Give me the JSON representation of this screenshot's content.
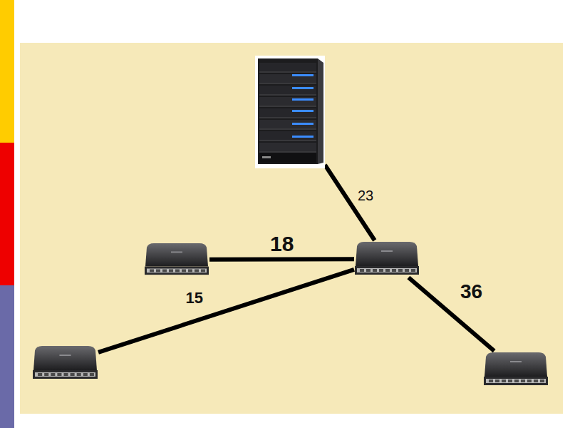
{
  "diagram": {
    "nodes": [
      {
        "text": []
      },
      {
        "text": []
      },
      {
        "text": []
      },
      {
        "text": []
      },
      {
        "text": []
      }
    ],
    "edges": [
      {
        "from": 0,
        "to": 1,
        "arrow": "none",
        "label": "23"
      },
      {
        "from": 1,
        "to": 2,
        "arrow": "none",
        "label": "18"
      },
      {
        "from": 1,
        "to": 3,
        "arrow": "none",
        "label": "15"
      },
      {
        "from": 1,
        "to": 4,
        "arrow": "none",
        "label": "36"
      }
    ]
  }
}
